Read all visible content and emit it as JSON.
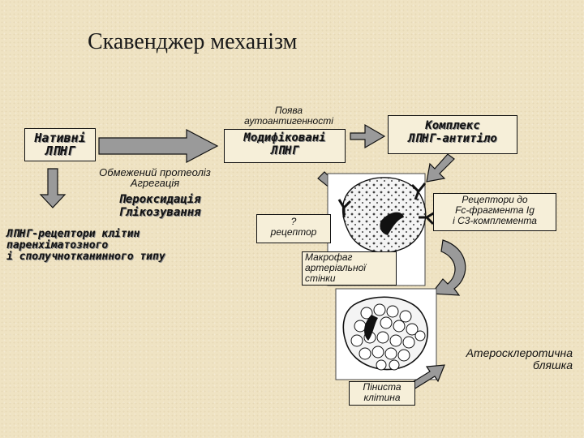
{
  "title": "Скавенджер механізм",
  "native_ldl": [
    "Нативні",
    "ЛПНГ"
  ],
  "modified_ldl": [
    "Модифіковані",
    "ЛПНГ"
  ],
  "complex": [
    "Комплекс",
    "ЛПНГ-антитіло"
  ],
  "autoantigenicity": [
    "Поява",
    "аутоантигенності"
  ],
  "proteolysis": [
    "Обмежений протеоліз",
    "Агрегація"
  ],
  "peroxidation": [
    "Пероксидація",
    "Глікозування"
  ],
  "ldl_receptors": [
    "ЛПНГ-рецептори клітин",
    "паренхіматозного",
    "і сполучнотканинного типу"
  ],
  "receptor_unknown": [
    "?",
    "рецептор"
  ],
  "fc_receptors": [
    "Рецептори до",
    "Fc-фрагмента Ig",
    "і C3-комплемента"
  ],
  "macrophage": [
    "Макрофаг",
    "артеріальної",
    "стінки"
  ],
  "plaque": [
    "Атеросклеротична",
    "бляшка"
  ],
  "foam_cell": [
    "Піниста",
    "клітина"
  ],
  "colors": {
    "arrow_fill": "#9a9a9a",
    "box_fill": "#f6efd9",
    "background": "#efe3c3"
  }
}
